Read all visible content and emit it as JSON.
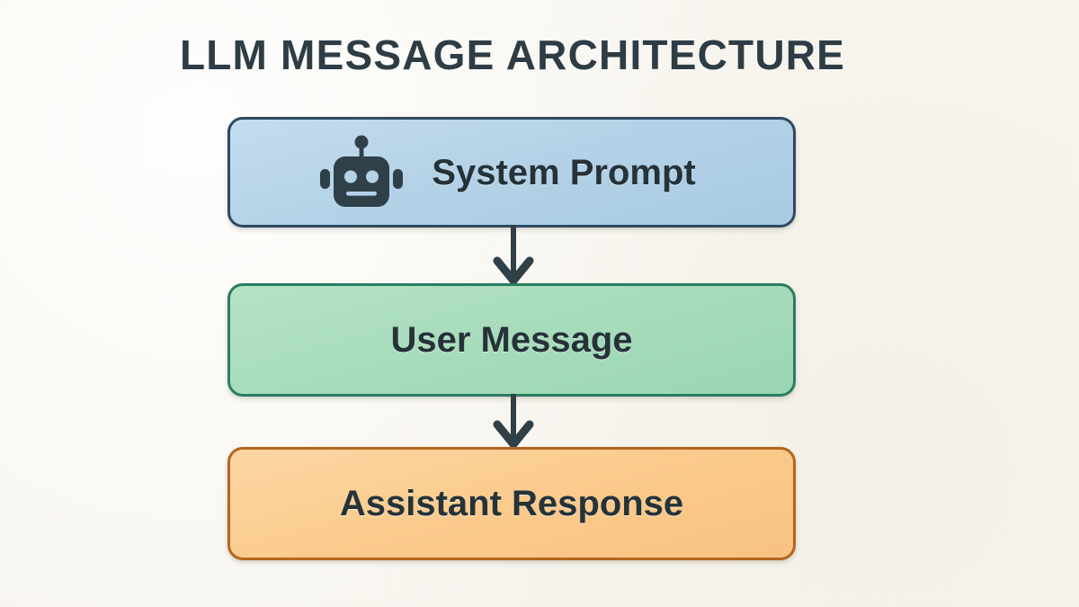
{
  "page": {
    "title": "LLM MESSAGE ARCHITECTURE",
    "background_color": "#faf8f2",
    "title_color": "#2e3d45"
  },
  "diagram": {
    "type": "flowchart",
    "direction": "top-to-bottom",
    "nodes": [
      {
        "id": "system-prompt",
        "label": "System Prompt",
        "icon": "robot-icon",
        "fill_color": "#b4d2e7",
        "border_color": "#2d4a63",
        "text_color": "#253339"
      },
      {
        "id": "user-message",
        "label": "User Message",
        "icon": null,
        "fill_color": "#a7dcbb",
        "border_color": "#2a7d62",
        "text_color": "#253339"
      },
      {
        "id": "assistant-response",
        "label": "Assistant Response",
        "icon": null,
        "fill_color": "#fbcb8d",
        "border_color": "#b5651d",
        "text_color": "#253339"
      }
    ],
    "connectors": [
      {
        "id": "arrow-system-to-user",
        "from": "system-prompt",
        "to": "user-message",
        "style": "down-arrow",
        "color": "#2f4048"
      },
      {
        "id": "arrow-user-to-assistant",
        "from": "user-message",
        "to": "assistant-response",
        "style": "down-arrow",
        "color": "#2f4048"
      }
    ]
  }
}
